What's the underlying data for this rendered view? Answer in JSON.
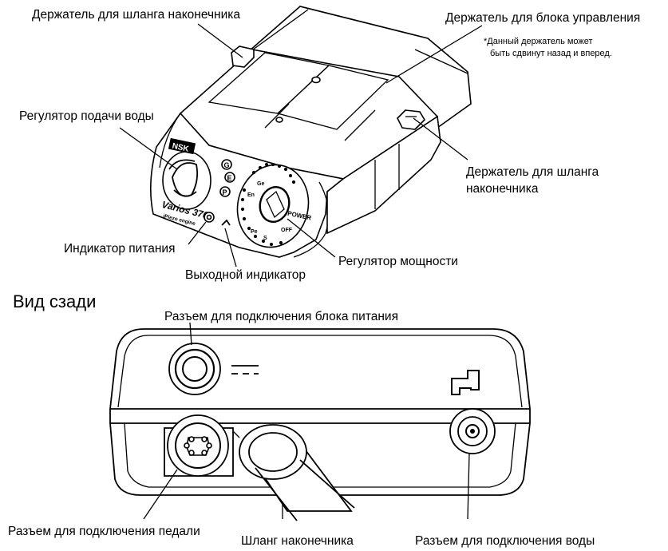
{
  "labels": {
    "top_hose_holder": "Держатель для шланга наконечника",
    "control_holder": "Держатель для блока управления",
    "note_line1": "*Данный держатель может",
    "note_line2": "быть сдвинут назад и вперед.",
    "water_regulator": "Регулятор подачи воды",
    "right_hose_holder_line1": "Держатель для шланга",
    "right_hose_holder_line2": "наконечника",
    "power_indicator": "Индикатор питания",
    "power_regulator": "Регулятор мощности",
    "output_indicator": "Выходной индикатор",
    "rear_view": "Вид сзади",
    "power_connector": "Разъем для подключения блока питания",
    "pedal_connector": "Разъем для подключения педали",
    "handpiece_hose": "Шланг наконечника",
    "water_connector": "Разъем для подключения воды"
  },
  "device": {
    "brand": "NSK",
    "model": "Varios 370",
    "model_sub": "iPiezo engine",
    "dial_power_label": "POWER",
    "dial_off_label": "OFF",
    "dial_g": "G",
    "dial_e": "E",
    "dial_p": "P",
    "dial_s": "S",
    "dial_en": "En",
    "dial_pe": "Pe",
    "dial_ge": "Ge"
  },
  "colors": {
    "line": "#000000",
    "background": "#ffffff"
  }
}
